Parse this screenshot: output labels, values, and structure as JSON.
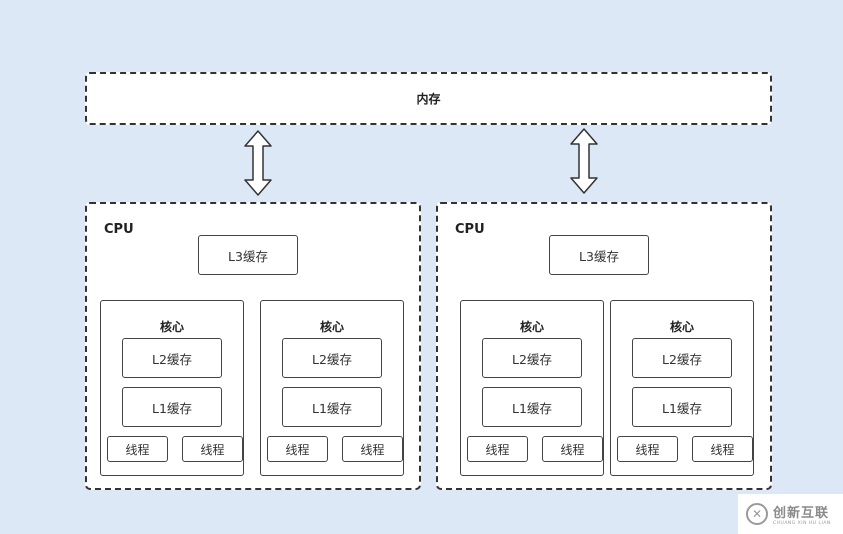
{
  "memory": {
    "label": "内存"
  },
  "cpus": [
    {
      "label": "CPU",
      "l3": "L3缓存",
      "cores": [
        {
          "title": "核心",
          "l2": "L2缓存",
          "l1": "L1缓存",
          "threads": [
            "线程",
            "线程"
          ]
        },
        {
          "title": "核心",
          "l2": "L2缓存",
          "l1": "L1缓存",
          "threads": [
            "线程",
            "线程"
          ]
        }
      ]
    },
    {
      "label": "CPU",
      "l3": "L3缓存",
      "cores": [
        {
          "title": "核心",
          "l2": "L2缓存",
          "l1": "L1缓存",
          "threads": [
            "线程",
            "线程"
          ]
        },
        {
          "title": "核心",
          "l2": "L2缓存",
          "l1": "L1缓存",
          "threads": [
            "线程",
            "线程"
          ]
        }
      ]
    }
  ],
  "watermark": {
    "text": "创新互联",
    "subtext": "CHUANG XIN HU LIAN"
  }
}
